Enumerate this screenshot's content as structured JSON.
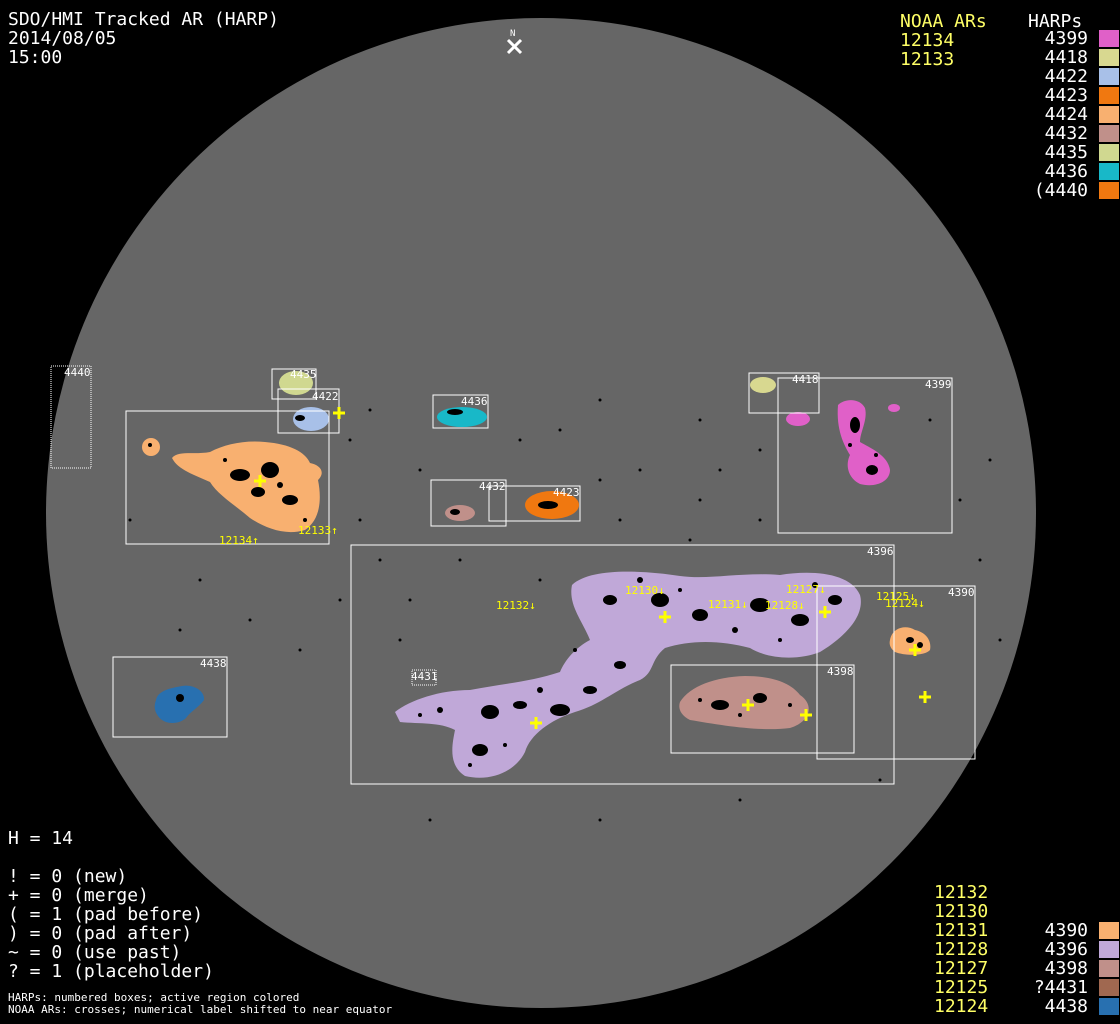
{
  "header": {
    "title": "SDO/HMI Tracked AR (HARP)",
    "date": "2014/08/05",
    "time": "15:00",
    "north": "N"
  },
  "top_legend": {
    "noaa_title": "NOAA ARs",
    "noaa": [
      "12134",
      "12133"
    ],
    "harps_title": "HARPs",
    "harps": [
      {
        "label": "4399",
        "color": "#e060c8"
      },
      {
        "label": "4418",
        "color": "#d8d890"
      },
      {
        "label": "4422",
        "color": "#a8c0e8"
      },
      {
        "label": "4423",
        "color": "#f07810"
      },
      {
        "label": "4424",
        "color": "#f8b070"
      },
      {
        "label": "4432",
        "color": "#c0908a"
      },
      {
        "label": "4435",
        "color": "#d0d890"
      },
      {
        "label": "4436",
        "color": "#18b8c8"
      },
      {
        "label": "(4440",
        "color": "#f07810"
      }
    ]
  },
  "bottom_legend": {
    "noaa": [
      "12132",
      "12130",
      "12131",
      "12128",
      "12127",
      "12125",
      "12124"
    ],
    "harps": [
      {
        "label": "4390",
        "color": "#f8b070"
      },
      {
        "label": "4396",
        "color": "#c0a8d8"
      },
      {
        "label": "4398",
        "color": "#c0908a"
      },
      {
        "label": "?4431",
        "color": "#a06850"
      },
      {
        "label": "4438",
        "color": "#2870b0"
      }
    ]
  },
  "stats": {
    "h_line": "H = 14",
    "lines": [
      "! = 0 (new)",
      "+ = 0 (merge)",
      "( = 1 (pad before)",
      ") = 0 (pad after)",
      "~ = 0 (use past)",
      "? = 1 (placeholder)"
    ]
  },
  "footnotes": [
    "HARPs: numbered boxes; active region colored",
    "NOAA ARs: crosses; numerical label shifted to near equator"
  ],
  "box_labels": {
    "b4440": "4440",
    "b4435": "4435",
    "b4422": "4422",
    "b4436": "4436",
    "b4432": "4432",
    "b4423": "4423",
    "b4418": "4418",
    "b4399": "4399",
    "b4396": "4396",
    "b4390": "4390",
    "b4438": "4438",
    "b4431": "4431",
    "b4398": "4398"
  },
  "ar_labels": {
    "a12134": "12134↑",
    "a12133": "12133↑",
    "a12132": "12132↓",
    "a12130": "12130↓",
    "a12131": "12131↓",
    "a12128": "12128↓",
    "a12127": "12127↓",
    "a12125": "12125↓",
    "a12124": "12124↓"
  },
  "colors": {
    "disk": "#666666",
    "boxes": "#ffffff",
    "crosses": "#ffff00"
  }
}
